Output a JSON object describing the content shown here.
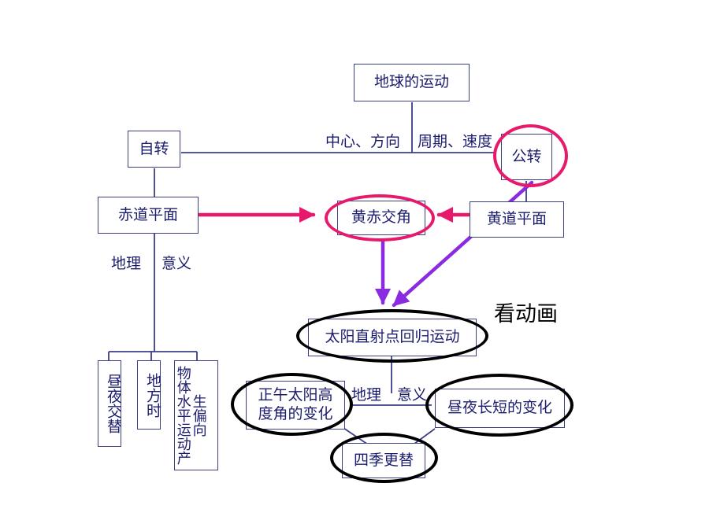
{
  "title": "地球的运动",
  "rotation": "自转",
  "revolution": "公转",
  "center_direction": "中心、方向",
  "period_speed": "周期、速度",
  "equator_plane": "赤道平面",
  "obliquity": "黄赤交角",
  "ecliptic_plane": "黄道平面",
  "meaning_left": {
    "a": "地理",
    "b": "意义"
  },
  "rotation_effects": [
    "昼夜交替",
    "地方时",
    "物体水平运动产生偏向"
  ],
  "watch_animation": "看动画",
  "subsolar_migration": "太阳直射点回归运动",
  "meaning_right": {
    "a": "地理",
    "b": "意义"
  },
  "noon_altitude": "正午太阳高度角的变化",
  "day_length": "昼夜长短的变化",
  "seasons": "四季更替",
  "colors": {
    "box_line": "#3b3f86",
    "pink": "#e8196a",
    "purple": "#8a2be2",
    "black": "#000000"
  }
}
